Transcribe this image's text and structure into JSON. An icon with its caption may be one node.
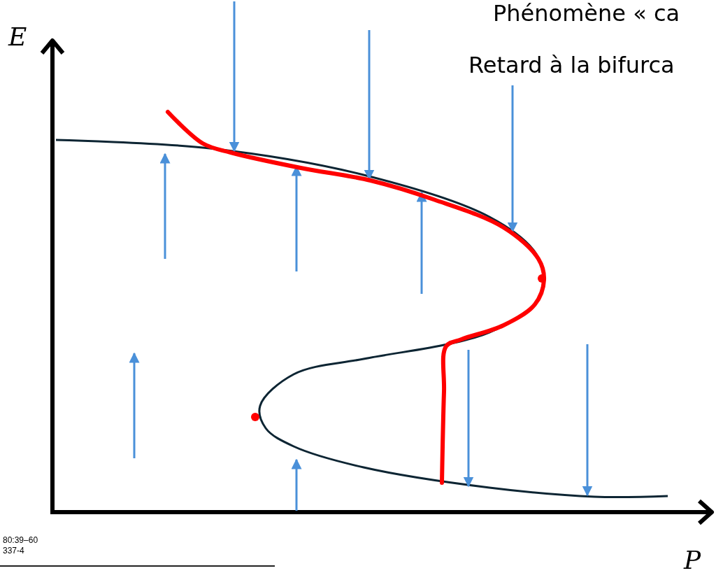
{
  "diagram": {
    "labels": [
      "Phénomène « ca",
      "Retard à la bifurca",
      "E",
      "80:39–60",
      "337-4",
      "P"
    ]
  }
}
